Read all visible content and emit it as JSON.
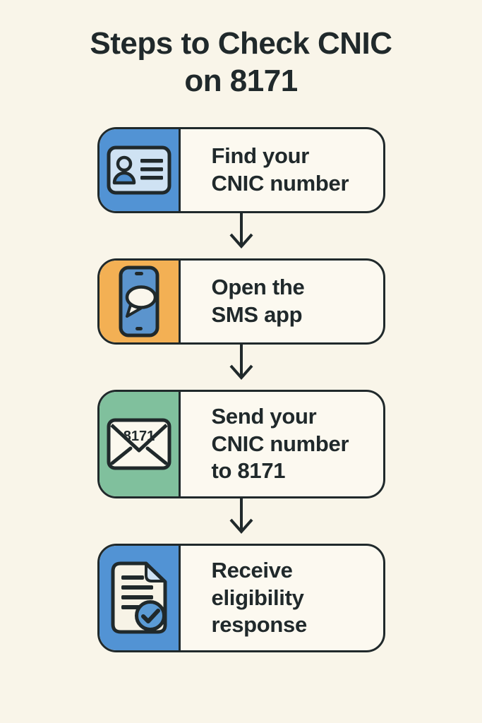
{
  "title": "Steps to Check CNIC\non 8171",
  "colors": {
    "page_background": "#f9f5e9",
    "card_background": "#fcf9f0",
    "ink": "#20292b",
    "step_panels": [
      "#5293d4",
      "#f3b054",
      "#80c09d",
      "#5293d4"
    ],
    "icon_card_fill": "#cfe2f3",
    "icon_person_fill": "#4e8fd0",
    "icon_phone_fill": "#5b94cd",
    "icon_bubble_fill": "#faf6ec",
    "icon_envelope_fill": "#fbf8ee",
    "icon_paper_fill": "#f7f3e6",
    "icon_fold_fill": "#cfe2f3",
    "icon_check_circle_fill": "#5b9bd5"
  },
  "steps": [
    {
      "step": 1,
      "text": "Find your\nCNIC number",
      "icon": "id-card"
    },
    {
      "step": 2,
      "text": "Open the\nSMS app",
      "icon": "sms-phone"
    },
    {
      "step": 3,
      "text": "Send your\nCNIC number\nto 8171",
      "icon": "envelope-8171",
      "envelope_label": "8171"
    },
    {
      "step": 4,
      "text": "Receive\neligibility\nresponse",
      "icon": "document-check"
    }
  ]
}
